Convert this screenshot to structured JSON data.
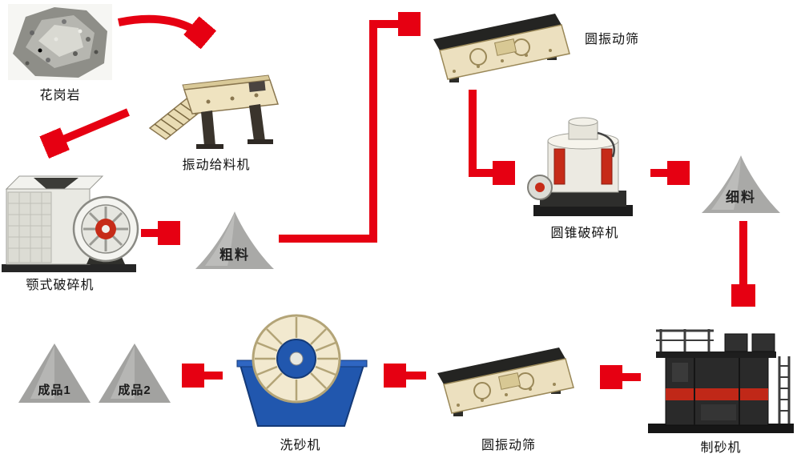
{
  "diagram": {
    "colors": {
      "arrow_red": "#e60012",
      "material_cone_gray": "#a9a9a7",
      "washer_blue": "#2157ae",
      "machine_cream": "#efe3c0",
      "sand_maker_dark": "#2a2a2a",
      "accent_red": "#c62b18"
    },
    "nodes": {
      "granite": {
        "label": "花岗岩",
        "type": "raw-material-photo"
      },
      "feeder": {
        "label": "振动给料机",
        "type": "machine"
      },
      "jaw_crusher": {
        "label": "颚式破碎机",
        "type": "machine"
      },
      "coarse_material": {
        "label": "粗料",
        "type": "material-cone"
      },
      "screen_top": {
        "label": "圆振动筛",
        "type": "machine"
      },
      "cone_crusher": {
        "label": "圆锥破碎机",
        "type": "machine"
      },
      "fine_material": {
        "label": "细料",
        "type": "material-cone"
      },
      "sand_maker": {
        "label": "制砂机",
        "type": "machine"
      },
      "screen_bottom": {
        "label": "圆振动筛",
        "type": "machine"
      },
      "sand_washer": {
        "label": "洗砂机",
        "type": "machine"
      },
      "product_1": {
        "label": "成品1",
        "type": "product-triangle"
      },
      "product_2": {
        "label": "成品2",
        "type": "product-triangle"
      }
    },
    "connections": [
      {
        "from": "granite",
        "to": "feeder"
      },
      {
        "from": "feeder",
        "to": "jaw_crusher"
      },
      {
        "from": "jaw_crusher",
        "to": "coarse_material"
      },
      {
        "from": "coarse_material",
        "to": "screen_top"
      },
      {
        "from": "screen_top",
        "to": "cone_crusher"
      },
      {
        "from": "cone_crusher",
        "to": "fine_material"
      },
      {
        "from": "fine_material",
        "to": "sand_maker"
      },
      {
        "from": "sand_maker",
        "to": "screen_bottom"
      },
      {
        "from": "screen_bottom",
        "to": "sand_washer"
      },
      {
        "from": "sand_washer",
        "to": "product_1"
      }
    ]
  }
}
